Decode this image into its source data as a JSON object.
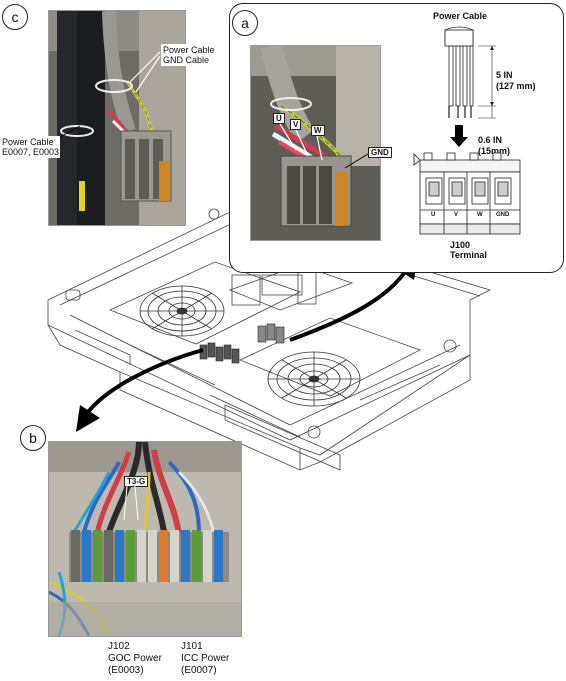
{
  "badges": {
    "a": "a",
    "b": "b",
    "c": "c"
  },
  "panel_c": {
    "power_gnd_label": "Power Cable\nGND Cable",
    "power_cable_label": "Power Cable\nE0007, E0003"
  },
  "panel_a": {
    "phase_labels": [
      "U",
      "V",
      "W",
      "GND"
    ],
    "power_cable_title": "Power Cable",
    "length_label": "5 IN\n(127 mm)",
    "strip_label": "0.6 IN\n(15mm)",
    "terminal_slots": [
      "U",
      "V",
      "W",
      "GND"
    ],
    "terminal_caption": "J100\nTerminal"
  },
  "panel_b": {
    "tag": "T3-G",
    "j102": "J102\nGOC Power\n(E0003)",
    "j101": "J101\nICC Power\n(E0007)"
  }
}
